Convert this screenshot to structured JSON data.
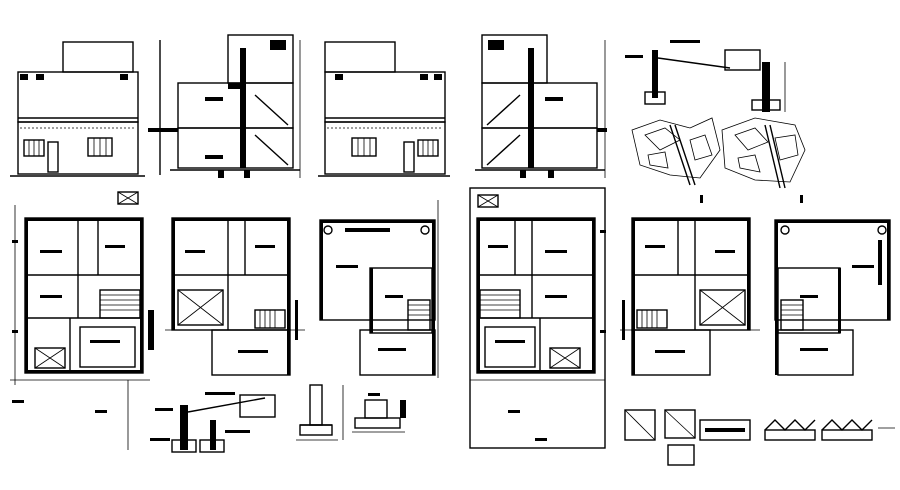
{
  "drawing": {
    "sheet_type": "architectural-cad-layout",
    "background": "#ffffff",
    "ink": "#000000",
    "views": [
      {
        "kind": "front-elevation",
        "count": 2
      },
      {
        "kind": "section",
        "count": 2
      },
      {
        "kind": "ground-floor-plan",
        "count": 2
      },
      {
        "kind": "first-floor-plan",
        "count": 2
      },
      {
        "kind": "terrace-plan",
        "count": 2
      },
      {
        "kind": "wall-section-detail",
        "count": 2
      },
      {
        "kind": "footing-detail",
        "count": 4
      },
      {
        "kind": "site-location-sketch",
        "count": 2
      },
      {
        "kind": "railing-detail",
        "count": 2
      }
    ]
  }
}
